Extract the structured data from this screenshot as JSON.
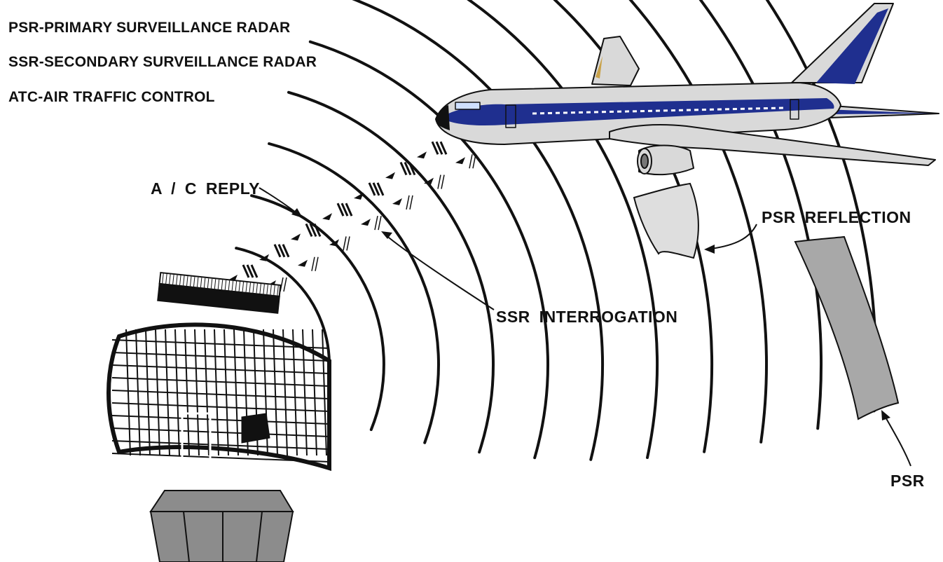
{
  "legend": [
    {
      "text": "PSR-PRIMARY SURVEILLANCE RADAR"
    },
    {
      "text": "SSR-SECONDARY SURVEILLANCE RADAR"
    },
    {
      "text": "ATC-AIR TRAFFIC CONTROL"
    }
  ],
  "labels": {
    "ac_reply": "A / C  REPLY",
    "psr_reflection": "PSR  REFLECTION",
    "ssr_interrogation": "SSR  INTERROGATION",
    "psr": "PSR"
  },
  "colors": {
    "ink": "#111111",
    "fuselage": "#d9d9d9",
    "stripe": "#1f2f8f",
    "fill_light": "#dedede",
    "fill_mid": "#a8a8a8",
    "tower": "#8c8c8c"
  },
  "icons": [
    "airplane-icon",
    "radar-antenna-icon",
    "control-tower-icon"
  ]
}
